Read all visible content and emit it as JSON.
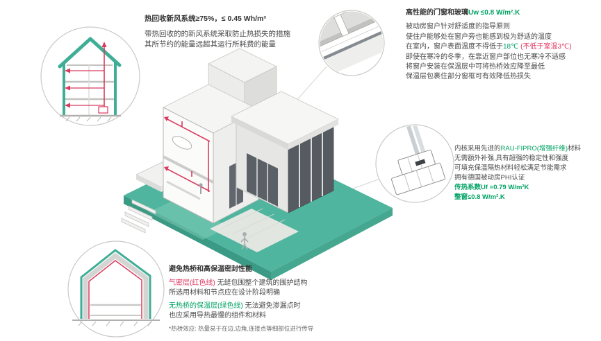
{
  "colors": {
    "accent_teal": "#4fb59e",
    "accent_green": "#00a264",
    "accent_red": "#e0355f",
    "text_dark": "#333333",
    "duct_red": "#da3a5f"
  },
  "ventilation": {
    "title": "热回收新风系统≥75%，≤ 0.45 Wh/m³",
    "lines": [
      "带热回收的的新风系统采取防止热损失的措施",
      "其所节约的能量远超其运行所耗费的能量"
    ]
  },
  "windows": {
    "title_dark": "高性能的门窗和玻璃",
    "title_green": "Uw ≤0.8 W/m².K",
    "line1": "被动房窗户针对舒适度的指导原则",
    "line2": "使住户能够处在窗户旁也能感到极为舒适的温度",
    "line3_a": "在室内，窗户表面温度不得低于",
    "line3_b": "18℃",
    "line3_c": " (不低于室温3℃)",
    "line4": "即使在寒冷的冬季，在靠近窗户部位也无寒冷不适感",
    "line5": "将窗户安装在保温层中可将热桥效应降至最低",
    "line6": "保温层包裹住部分窗框可有效降低热损失"
  },
  "profile": {
    "line1_a": "内核采用先进的",
    "line1_b": "RAU-FIPRO(增强纤维)",
    "line1_c": "材料",
    "line2": "无需额外补强,具有超强的稳定性和强度",
    "line3": "可填充保温隔热材料轻松满足节能需求",
    "line4": "拥有德国被动房PHI认证",
    "uf_value": "传热系数Uf =0.79 W/m²K",
    "uw_value": "整窗≤0.8 W/m².K"
  },
  "thermal": {
    "title": "避免热桥和高保温密封性能",
    "p1_red": "气密层(红色线)",
    "p1_rest": " 无缝包围整个建筑的围护结构",
    "p1_line2": "所选用材料和节点应在设计阶段明确",
    "p2_green": "无热桥的保温层(绿色线)",
    "p2_rest": " 无法避免渗漏点时",
    "p2_line2": "也应采用导热最慢的组件和材料",
    "note": "*热桥效应: 热量易于在边,边角,连接点等细部位进行传导"
  }
}
